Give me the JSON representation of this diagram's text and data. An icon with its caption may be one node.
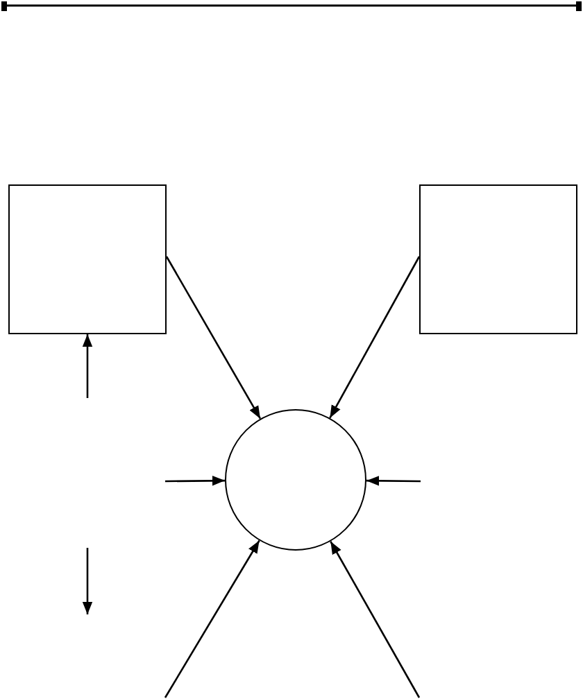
{
  "diagram": {
    "nodes": [
      {
        "text": [],
        "shape": "box"
      },
      {
        "text": [],
        "shape": "box"
      },
      {
        "text": [],
        "shape": "circle"
      }
    ],
    "edges": [
      {
        "from": 0,
        "to": 2,
        "arrow": "to"
      },
      {
        "from": 1,
        "to": 2,
        "arrow": "to"
      },
      {
        "from": null,
        "to": 2,
        "arrow": "to"
      },
      {
        "from": null,
        "to": 2,
        "arrow": "to"
      },
      {
        "from": null,
        "to": 2,
        "arrow": "to"
      },
      {
        "from": null,
        "to": 2,
        "arrow": "to"
      },
      {
        "from": null,
        "to": 0,
        "arrow": "to"
      }
    ]
  }
}
